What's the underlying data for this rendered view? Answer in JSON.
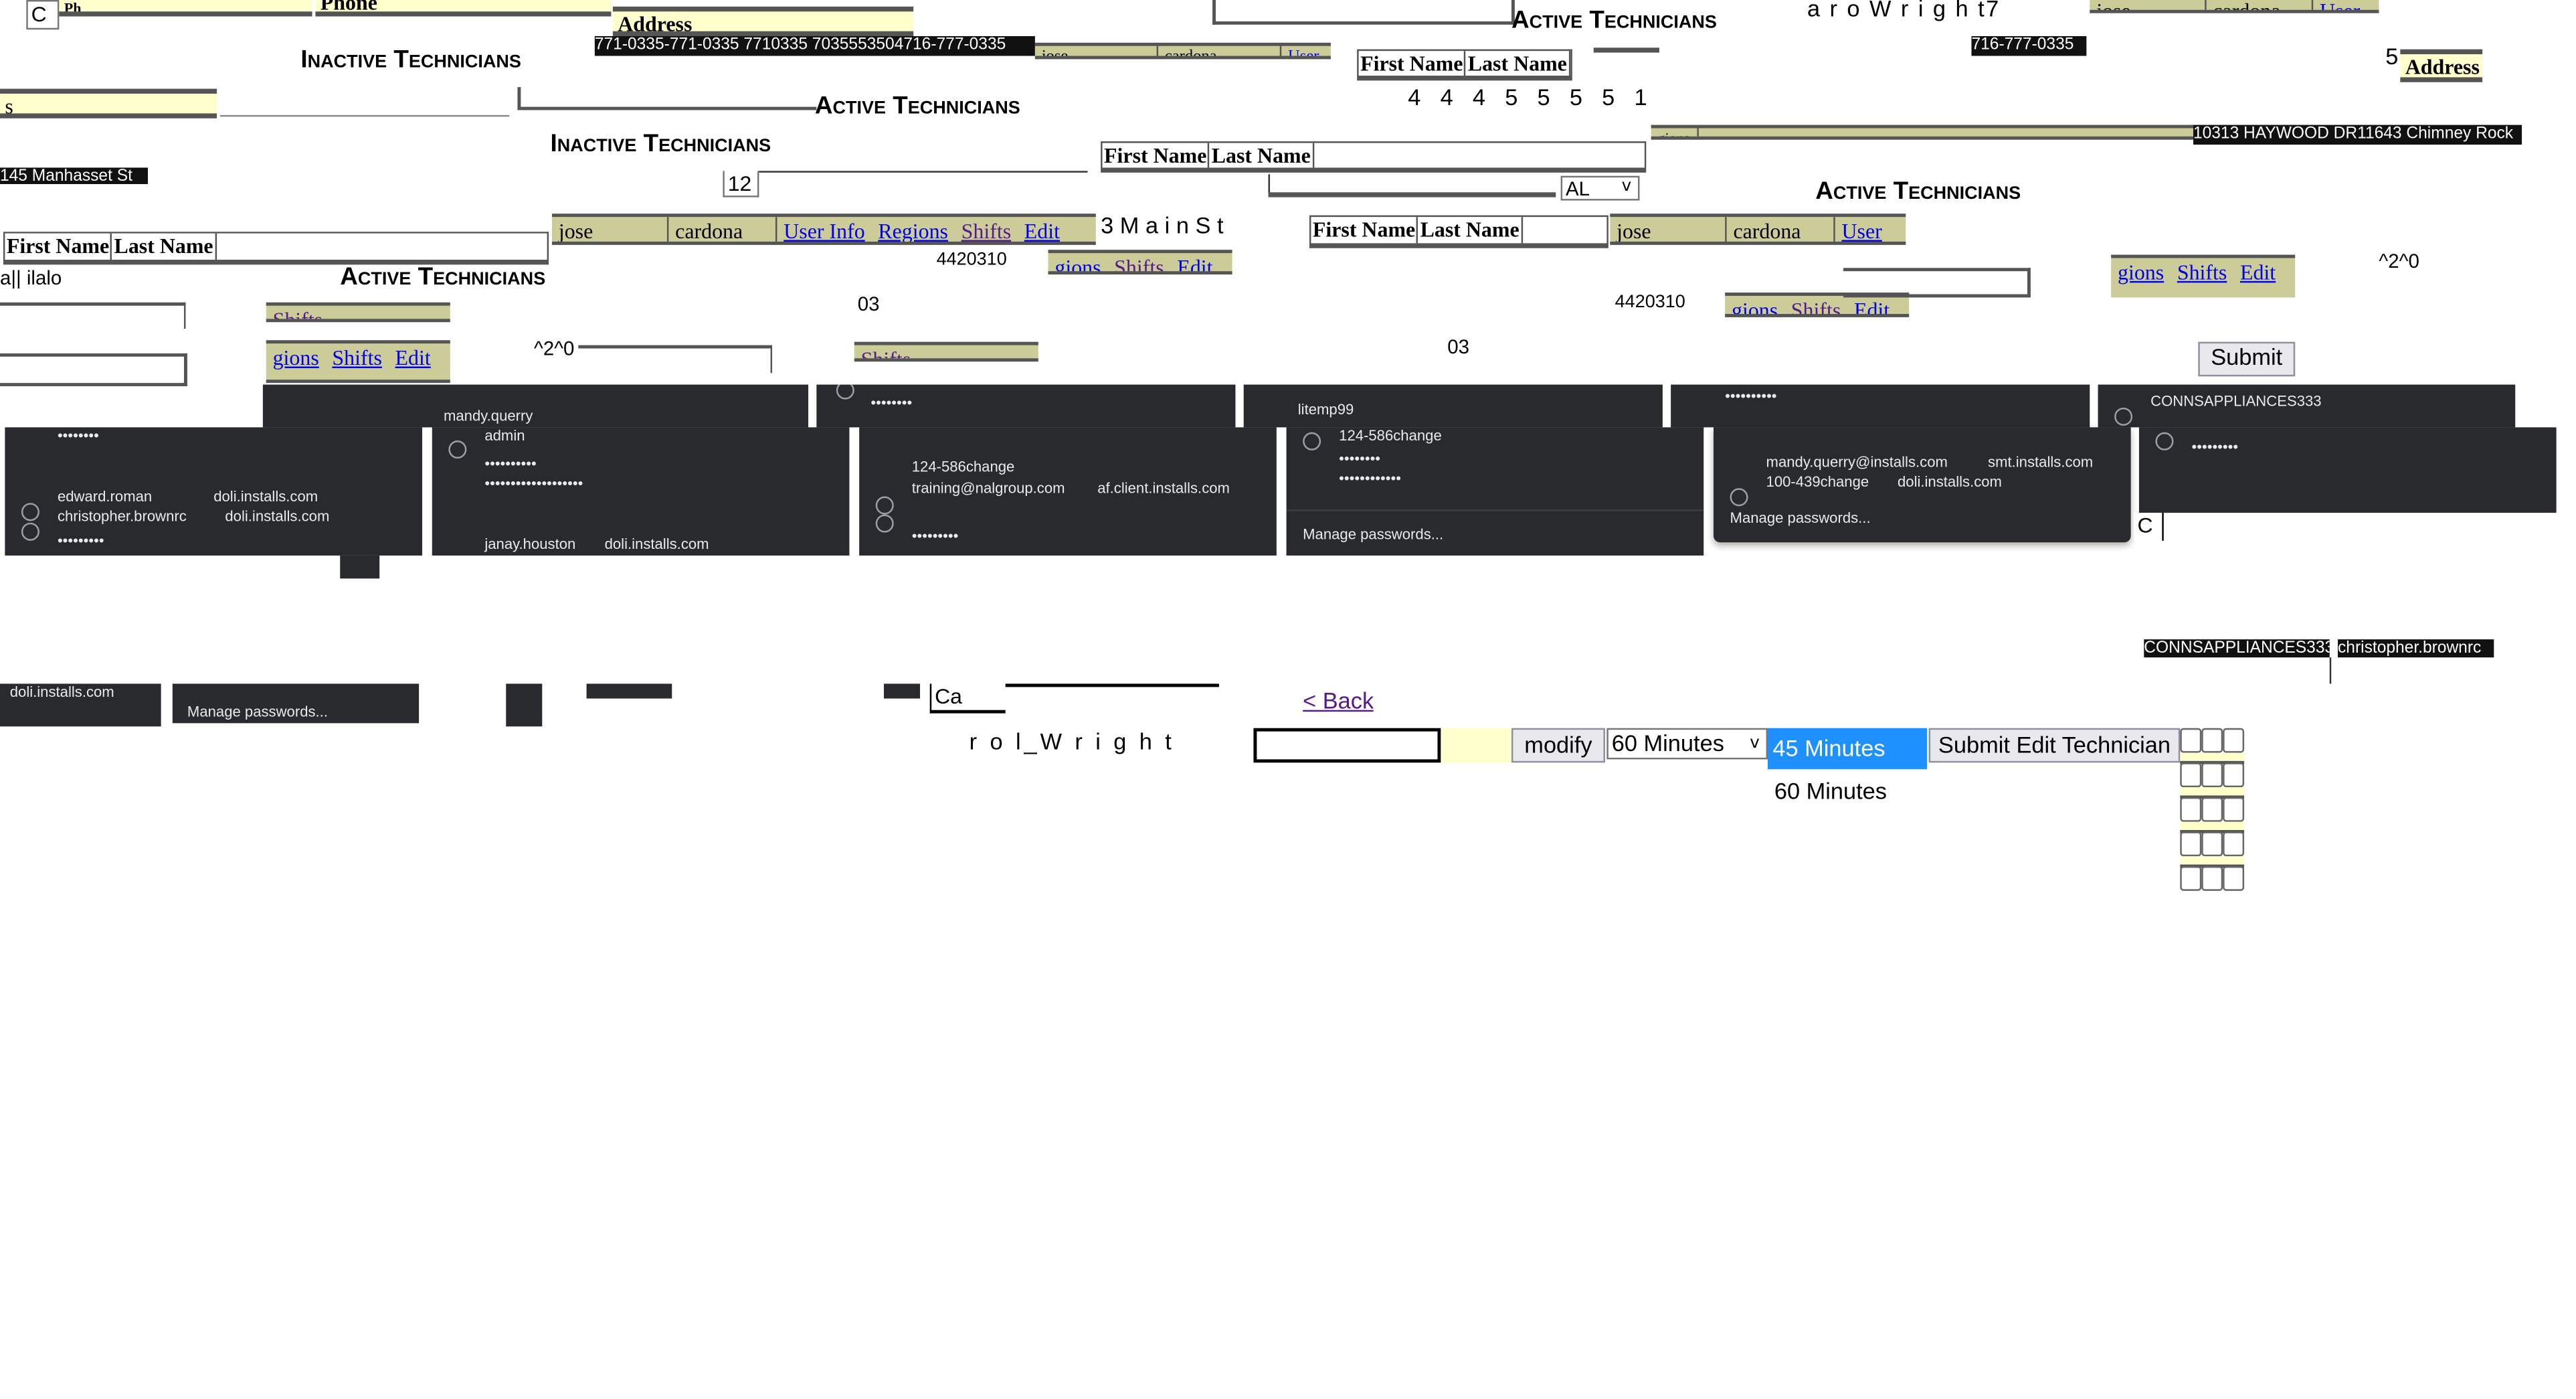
{
  "headings": {
    "inactive": "Inactive Technicians",
    "active": "Active Technicians"
  },
  "columns": {
    "first_name": "First Name",
    "last_name": "Last Name",
    "phone": "Phone",
    "address": "Address",
    "address_cut": "Address",
    "phone_cut": "Ph"
  },
  "row": {
    "first": "jose",
    "last": "cardona",
    "user_info": "User Info",
    "user_cut": "User",
    "regions": "Regions",
    "regions_cut": "gions",
    "shifts": "Shifts",
    "edit": "Edit"
  },
  "fragments": {
    "phones": "771-0335-771-0335 7710335  7035553504716-777-0335",
    "phone2": "716-777-0335",
    "name_wright": "a r o W r i g h t7",
    "digits": "4  4  4 5 5  5 5 1",
    "five": "5",
    "s": "s",
    "street": "145 Manhasset St",
    "twelve": "12",
    "haywood": "10313 HAYWOOD DR11643 Chimney Rock",
    "main_st": "3  M a i n  S t",
    "nfaro": "a|| ilalo",
    "zip1": "4420310",
    "zip_short": "^2^0",
    "o3": "03",
    "c_input": "C",
    "ca_input": "Ca",
    "rol_wright": "r o l_W r i g h t",
    "conns": "CONNSAPPLIANCES333",
    "chris": "christopher.brownrc"
  },
  "state_select": {
    "value": "AL"
  },
  "autofill": {
    "top": [
      {
        "user": "mandy.querry"
      },
      {
        "pass": "••••••••"
      },
      {
        "user": "litemp99"
      },
      {
        "pass": "••••••••••"
      },
      {
        "user": "CONNSAPPLIANCES333"
      }
    ],
    "p1": {
      "dots1": "••••••••",
      "u1": "edward.roman",
      "d1": "doli.installs.com",
      "u2": "christopher.brownrc",
      "d2": "doli.installs.com",
      "dots2": "•••••••••"
    },
    "p2": {
      "u1": "mandy.querry",
      "u2": "admin",
      "dots1": "••••••••••",
      "dots2": "•••••••••••••••••••",
      "u3": "janay.houston",
      "d3": "doli.installs.com"
    },
    "p3": {
      "u1": "124-586change",
      "u2": "training@nalgroup.com",
      "d2": "af.client.installs.com",
      "dots": "•••••••••"
    },
    "p4": {
      "u1": "124-586change",
      "dots1": "••••••••",
      "dots2": "••••••••••••",
      "manage": "Manage passwords..."
    },
    "p5": {
      "u1": "mandy.querry@installs.com",
      "d1": "smt.installs.com",
      "u2": "100-439change",
      "d2": "doli.installs.com",
      "manage": "Manage passwords..."
    },
    "p6": {
      "dots": "•••••••••"
    },
    "bottom": {
      "domain": "doli.installs.com",
      "manage": "Manage passwords..."
    }
  },
  "form": {
    "back": "< Back",
    "submit": "Submit",
    "modify": "modify",
    "duration_value": "60 Minutes",
    "duration_options": [
      "45 Minutes",
      "60 Minutes"
    ],
    "submit_edit": "Submit Edit Technician"
  },
  "colors": {
    "header_bg": "#ffffcc",
    "row_bg": "#cccc99",
    "dark": "#292a2d",
    "highlight": "#1e90ff",
    "link": "#0000ee",
    "visited": "#551a8b"
  }
}
